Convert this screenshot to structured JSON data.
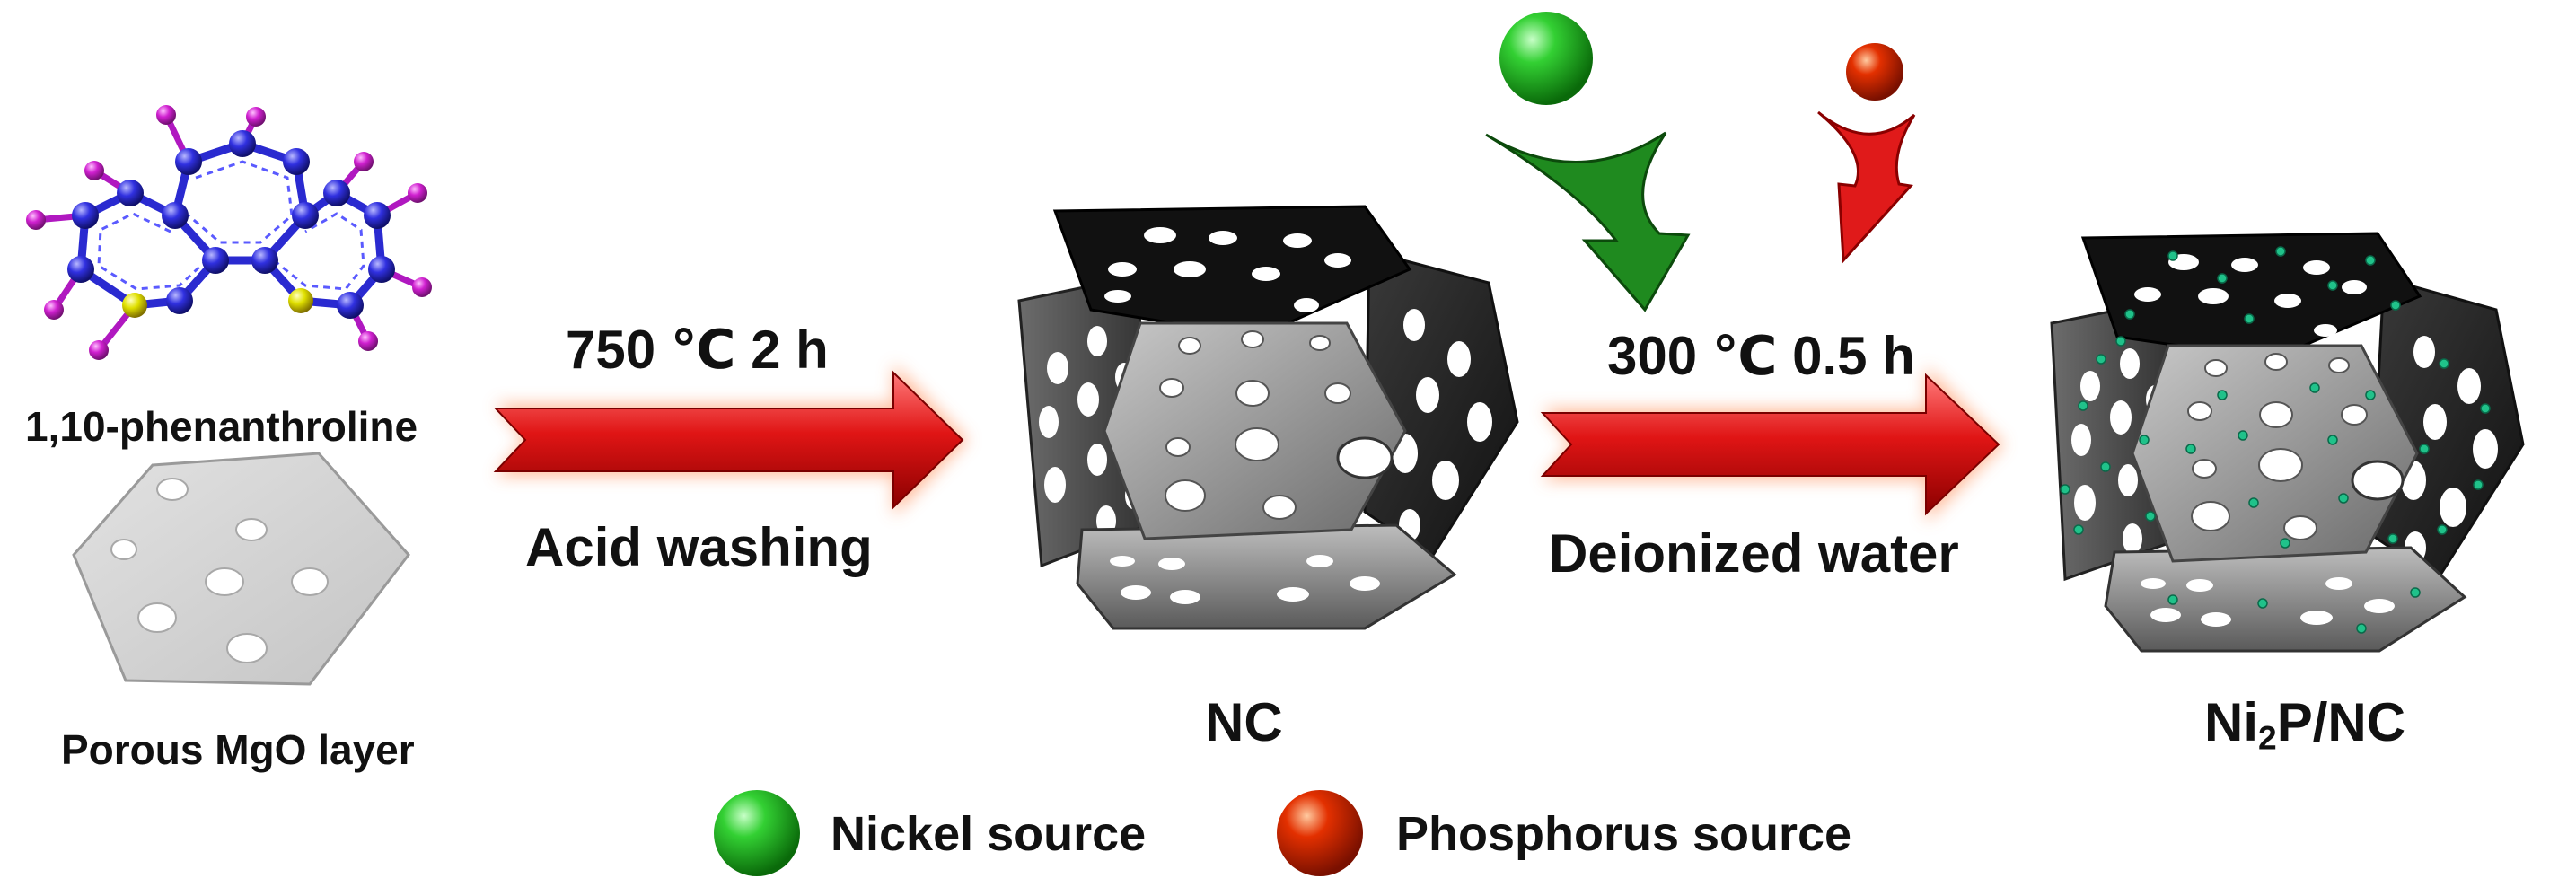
{
  "labels": {
    "phenanthroline": "1,10-phenanthroline",
    "mgo": "Porous MgO layer",
    "step1_condition": "750 ℃  2 h",
    "step1_process": "Acid washing",
    "nc": "NC",
    "step2_condition": "300 ℃ 0.5 h",
    "step2_process": "Deionized water",
    "product_main": "Ni",
    "product_sub": "2",
    "product_rest": "P/NC"
  },
  "legend": [
    {
      "label": "Nickel source",
      "color": "#22b322"
    },
    {
      "label": "Phosphorus source",
      "color": "#dd2200"
    }
  ],
  "colors": {
    "carbon_atom": "#3030e0",
    "hydrogen_atom": "#d020d0",
    "sulfur_atom": "#e0e000",
    "reaction_arrow": "#dd1111",
    "nickel_arrow": "#1f8a1f",
    "phosphorus_arrow": "#e01a1a",
    "ni2p_dot": "#20c28a",
    "mgo_plate": "#d4d4d4"
  }
}
